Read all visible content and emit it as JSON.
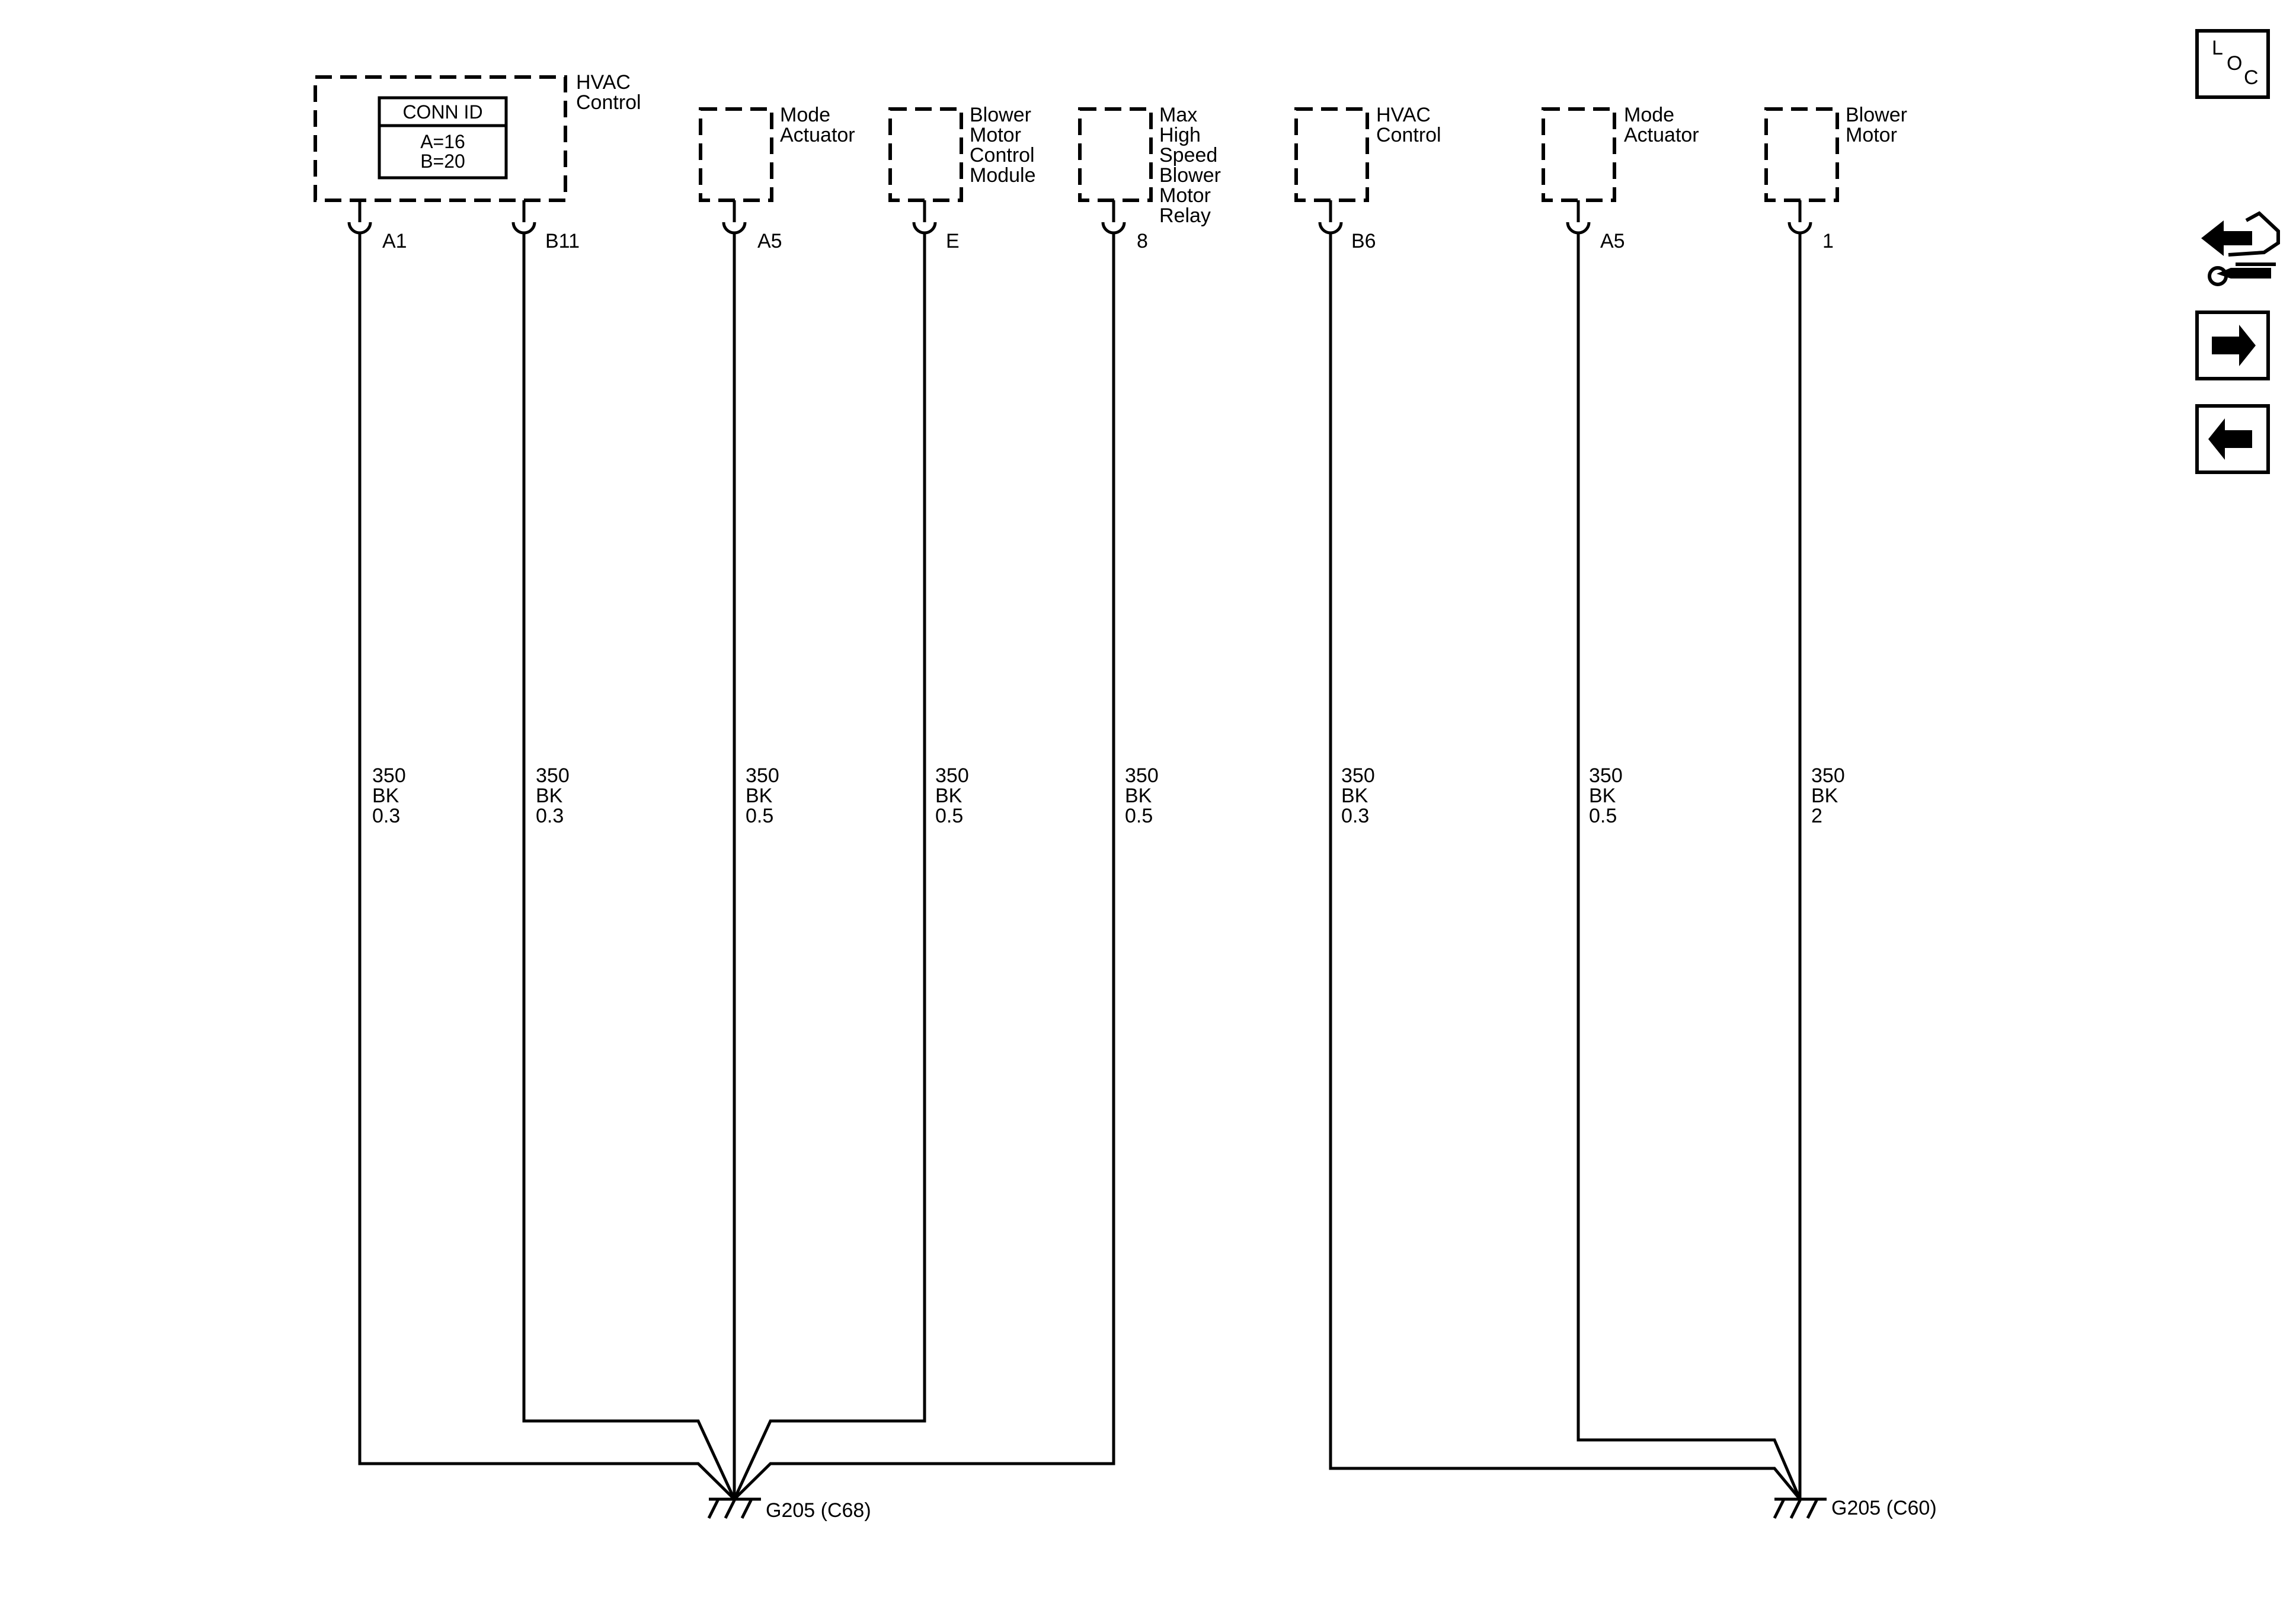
{
  "components": [
    {
      "id": "hvac_control_1",
      "lines": [
        "HVAC",
        "Control"
      ]
    },
    {
      "id": "mode_actuator_1",
      "lines": [
        "Mode",
        "Actuator"
      ]
    },
    {
      "id": "blower_motor_control_module",
      "lines": [
        "Blower",
        "Motor",
        "Control",
        "Module"
      ]
    },
    {
      "id": "max_high_speed_relay",
      "lines": [
        "Max",
        "High",
        "Speed",
        "Blower",
        "Motor",
        "Relay"
      ]
    },
    {
      "id": "hvac_control_2",
      "lines": [
        "HVAC",
        "Control"
      ]
    },
    {
      "id": "mode_actuator_2",
      "lines": [
        "Mode",
        "Actuator"
      ]
    },
    {
      "id": "blower_motor",
      "lines": [
        "Blower",
        "Motor"
      ]
    }
  ],
  "conn_id": {
    "title": "CONN ID",
    "a": "A=16",
    "b": "B=20"
  },
  "pins": [
    "A1",
    "B11",
    "A5",
    "E",
    "8",
    "B6",
    "A5",
    "1"
  ],
  "wires": [
    {
      "circuit": "350",
      "color": "BK",
      "size": "0.3"
    },
    {
      "circuit": "350",
      "color": "BK",
      "size": "0.3"
    },
    {
      "circuit": "350",
      "color": "BK",
      "size": "0.5"
    },
    {
      "circuit": "350",
      "color": "BK",
      "size": "0.5"
    },
    {
      "circuit": "350",
      "color": "BK",
      "size": "0.5"
    },
    {
      "circuit": "350",
      "color": "BK",
      "size": "0.3"
    },
    {
      "circuit": "350",
      "color": "BK",
      "size": "0.5"
    },
    {
      "circuit": "350",
      "color": "BK",
      "size": "2"
    }
  ],
  "grounds": [
    "G205 (C68)",
    "G205 (C60)"
  ],
  "nav": {
    "loc": {
      "l": "L",
      "o": "O",
      "c": "C"
    },
    "icons": [
      "connector-swap-icon",
      "arrow-right-icon",
      "arrow-left-icon"
    ]
  }
}
